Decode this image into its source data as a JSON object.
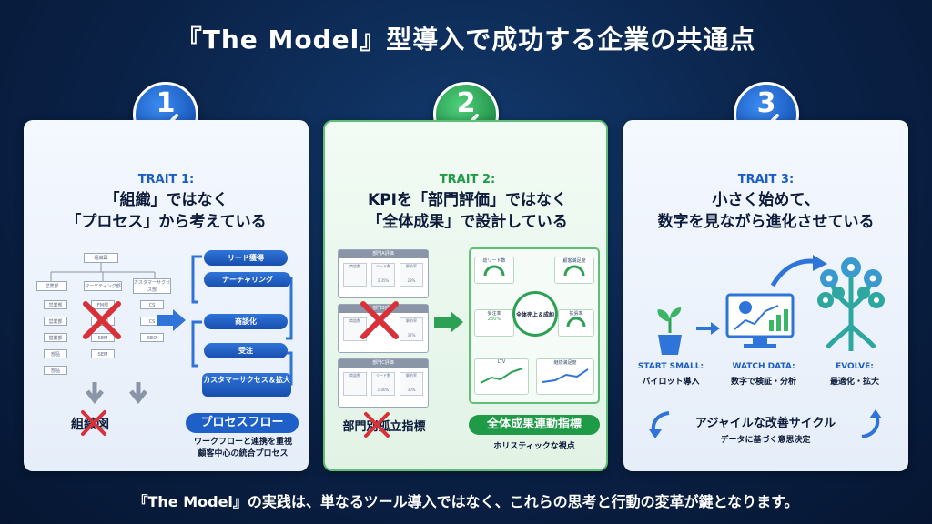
{
  "title": "『The Model』型導入で成功する企業の共通点",
  "footer": "『The Model』の実践は、単なるツール導入ではなく、これらの思考と行動の変革が鍵となります。",
  "colors": {
    "blue": "#1d5fc0",
    "green": "#1f9a47",
    "red": "#d8313a",
    "navy": "#0a2146"
  },
  "cards": [
    {
      "badge": "1",
      "trait": "TRAIT 1:",
      "heading_line1": "「組織」ではなく",
      "heading_line2": "「プロセス」から考えている",
      "org_title": "組織図",
      "org_boxes": [
        "営業部",
        "マーケティング部",
        "カスタマーサクセス部"
      ],
      "org_sub": [
        "営業部",
        "営業部",
        "営業部",
        "部品",
        "部品",
        "FM部",
        "FM部",
        "SEM",
        "SEM",
        "CS",
        "CS",
        "SEO"
      ],
      "org_label": "組織図",
      "flow_steps": [
        "リード獲得",
        "ナーチャリング",
        "商談化",
        "受注",
        "カスタマーサクセス＆拡大"
      ],
      "flow_label": "プロセスフロー",
      "flow_desc_line1": "ワークフローと連携を重視",
      "flow_desc_line2": "顧客中心の統合プロセス"
    },
    {
      "badge": "2",
      "trait": "TRAIT 2:",
      "heading_line1": "KPIを「部門評価」ではなく",
      "heading_line2": "「全体成果」で設計している",
      "dept_panels": [
        {
          "title": "部門A評価",
          "metrics": [
            "商談数",
            "リード数",
            "解約率"
          ],
          "values": [
            "",
            "3.35%",
            "23%"
          ]
        },
        {
          "title": "部門B評価",
          "metrics": [
            "商談数",
            "",
            "解約率"
          ],
          "values": [
            "",
            "",
            "37%"
          ]
        },
        {
          "title": "部門C評価",
          "metrics": [
            "商談数",
            "リード数",
            "解約率"
          ],
          "values": [
            "",
            "1.00%",
            "30%"
          ]
        }
      ],
      "dept_label": "部門別孤立指標",
      "kpi_cards": [
        "総リード数",
        "顧客満足度",
        "受注率",
        "拡張率",
        "LTV",
        "継続満足度"
      ],
      "kpi_value": "230%",
      "kpi_center": "全体売上＆成約",
      "kpi_label": "全体成果連動指標",
      "kpi_desc": "ホリスティックな視点"
    },
    {
      "badge": "3",
      "trait": "TRAIT 3:",
      "heading_line1": "小さく始めて、",
      "heading_line2": "数字を見ながら進化させている",
      "stages": [
        {
          "en": "START SMALL:",
          "jp": "パイロット導入"
        },
        {
          "en": "WATCH DATA:",
          "jp": "数字で検証・分析"
        },
        {
          "en": "EVOLVE:",
          "jp": "最適化・拡大"
        }
      ],
      "cycle_title": "アジャイルな改善サイクル",
      "cycle_desc": "データに基づく意思決定"
    }
  ]
}
